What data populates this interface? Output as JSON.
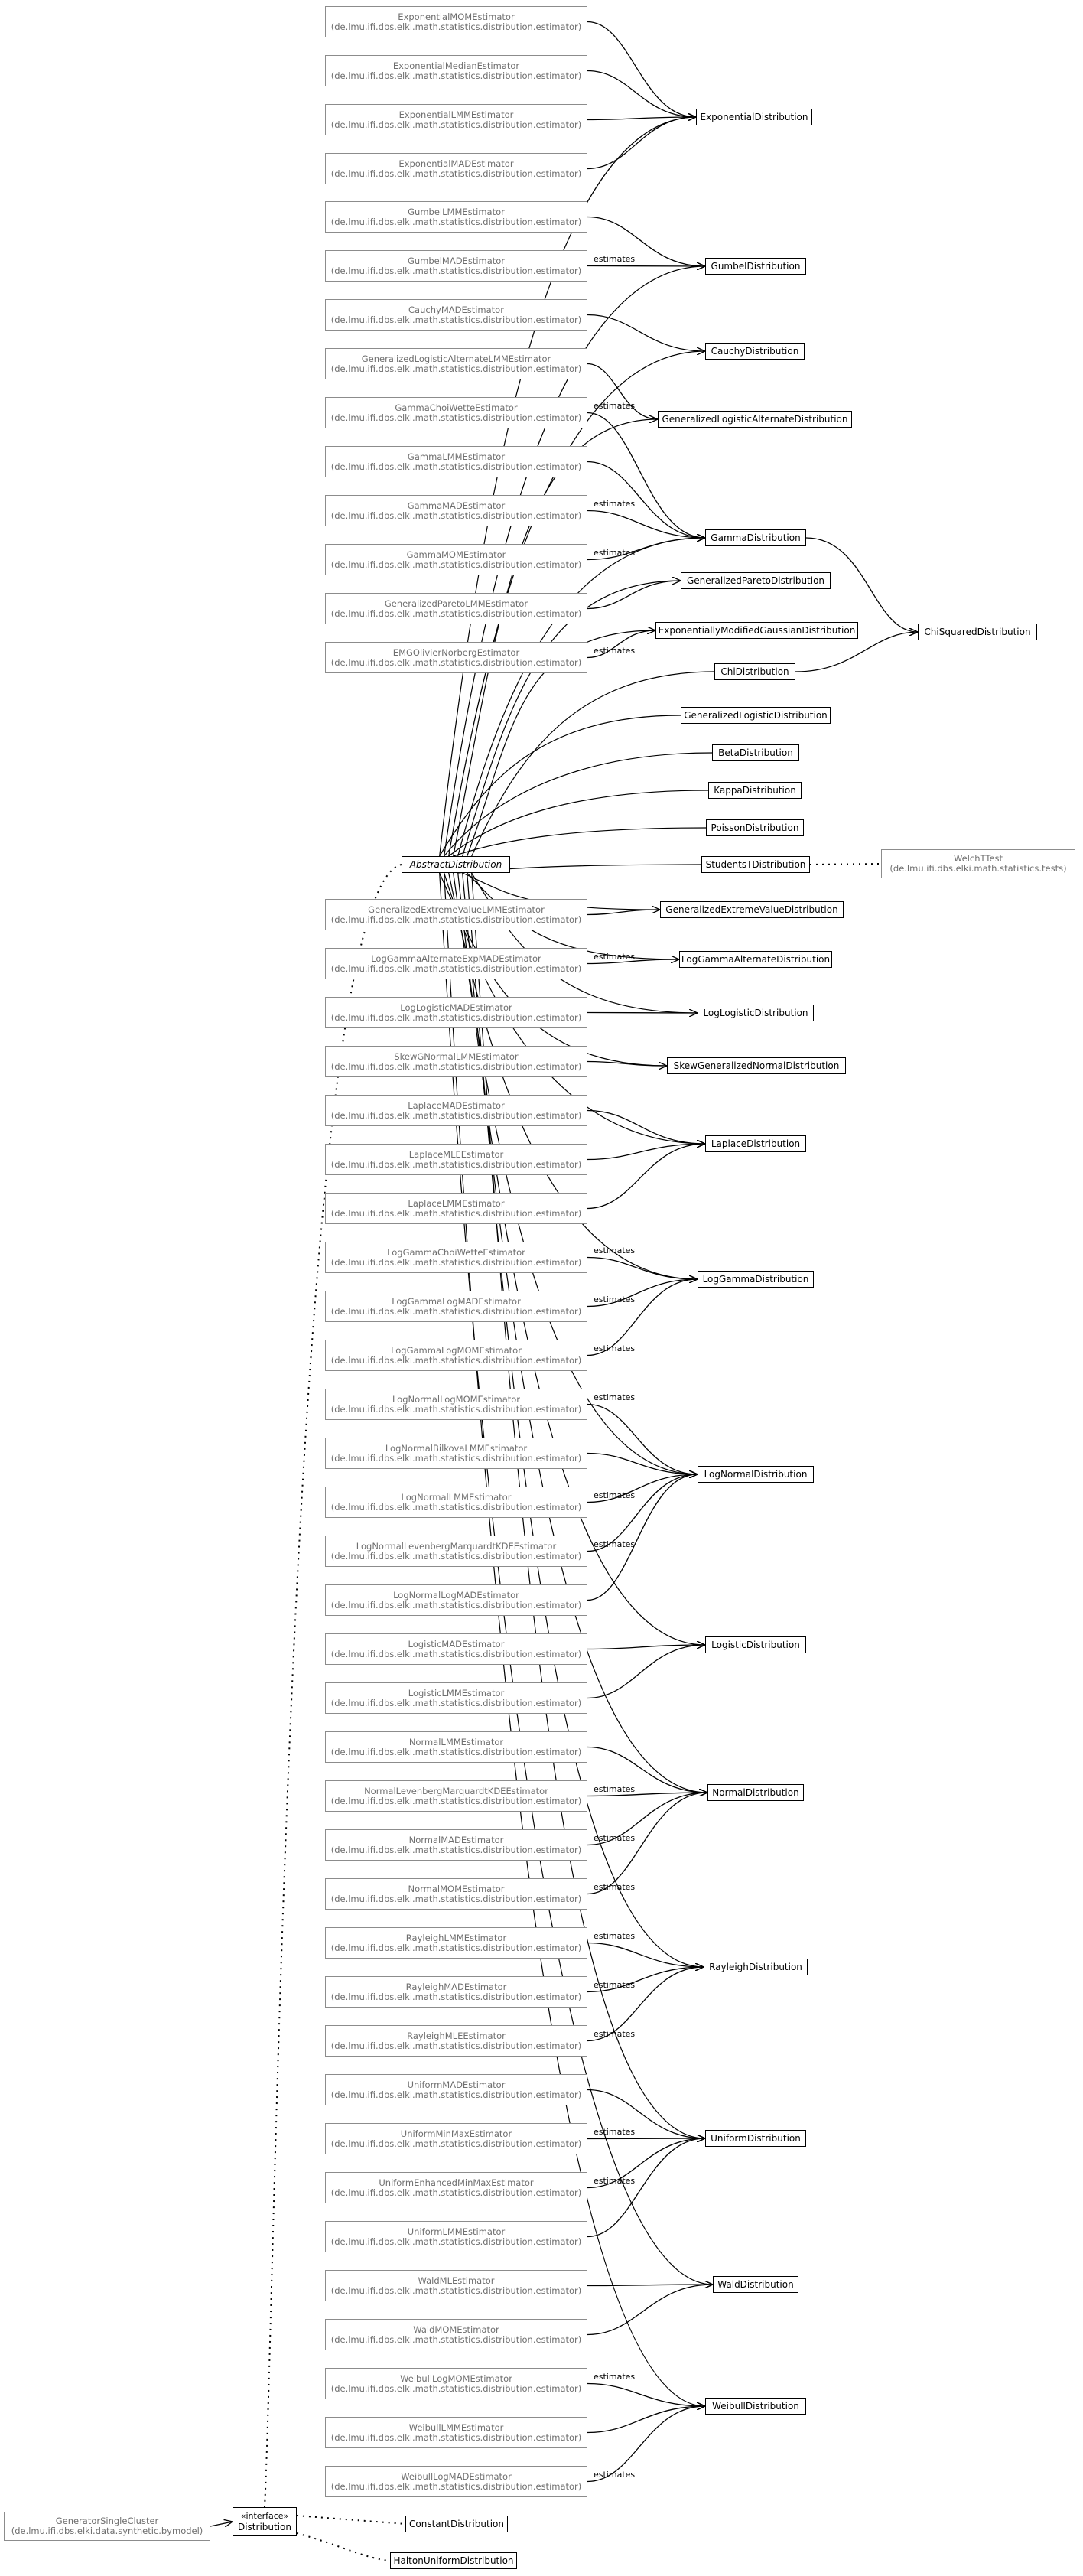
{
  "edge_label": "estimates",
  "external_package": "(de.lmu.ifi.dbs.elki.math.statistics.distribution.estimator)",
  "nodes": {
    "ExponentialMOMEstimator": {
      "name": "ExponentialMOMEstimator",
      "pkg": "(de.lmu.ifi.dbs.elki.math.statistics.distribution.estimator)"
    },
    "ExponentialMedianEstimator": {
      "name": "ExponentialMedianEstimator",
      "pkg": "(de.lmu.ifi.dbs.elki.math.statistics.distribution.estimator)"
    },
    "ExponentialLMMEstimator": {
      "name": "ExponentialLMMEstimator",
      "pkg": "(de.lmu.ifi.dbs.elki.math.statistics.distribution.estimator)"
    },
    "ExponentialMADEstimator": {
      "name": "ExponentialMADEstimator",
      "pkg": "(de.lmu.ifi.dbs.elki.math.statistics.distribution.estimator)"
    },
    "GumbelLMMEstimator": {
      "name": "GumbelLMMEstimator",
      "pkg": "(de.lmu.ifi.dbs.elki.math.statistics.distribution.estimator)"
    },
    "GumbelMADEstimator": {
      "name": "GumbelMADEstimator",
      "pkg": "(de.lmu.ifi.dbs.elki.math.statistics.distribution.estimator)"
    },
    "CauchyMADEstimator": {
      "name": "CauchyMADEstimator",
      "pkg": "(de.lmu.ifi.dbs.elki.math.statistics.distribution.estimator)"
    },
    "GeneralizedLogisticAlternateLMMEstimator": {
      "name": "GeneralizedLogisticAlternateLMMEstimator",
      "pkg": "(de.lmu.ifi.dbs.elki.math.statistics.distribution.estimator)"
    },
    "GammaChoiWetteEstimator": {
      "name": "GammaChoiWetteEstimator",
      "pkg": "(de.lmu.ifi.dbs.elki.math.statistics.distribution.estimator)"
    },
    "GammaLMMEstimator": {
      "name": "GammaLMMEstimator",
      "pkg": "(de.lmu.ifi.dbs.elki.math.statistics.distribution.estimator)"
    },
    "GammaMADEstimator": {
      "name": "GammaMADEstimator",
      "pkg": "(de.lmu.ifi.dbs.elki.math.statistics.distribution.estimator)"
    },
    "GammaMOMEstimator": {
      "name": "GammaMOMEstimator",
      "pkg": "(de.lmu.ifi.dbs.elki.math.statistics.distribution.estimator)"
    },
    "GeneralizedParetoLMMEstimator": {
      "name": "GeneralizedParetoLMMEstimator",
      "pkg": "(de.lmu.ifi.dbs.elki.math.statistics.distribution.estimator)"
    },
    "EMGOlivierNorbergEstimator": {
      "name": "EMGOlivierNorbergEstimator",
      "pkg": "(de.lmu.ifi.dbs.elki.math.statistics.distribution.estimator)"
    },
    "GeneralizedExtremeValueLMMEstimator": {
      "name": "GeneralizedExtremeValueLMMEstimator",
      "pkg": "(de.lmu.ifi.dbs.elki.math.statistics.distribution.estimator)"
    },
    "LogGammaAlternateExpMADEstimator": {
      "name": "LogGammaAlternateExpMADEstimator",
      "pkg": "(de.lmu.ifi.dbs.elki.math.statistics.distribution.estimator)"
    },
    "LogLogisticMADEstimator": {
      "name": "LogLogisticMADEstimator",
      "pkg": "(de.lmu.ifi.dbs.elki.math.statistics.distribution.estimator)"
    },
    "SkewGNormalLMMEstimator": {
      "name": "SkewGNormalLMMEstimator",
      "pkg": "(de.lmu.ifi.dbs.elki.math.statistics.distribution.estimator)"
    },
    "LaplaceMADEstimator": {
      "name": "LaplaceMADEstimator",
      "pkg": "(de.lmu.ifi.dbs.elki.math.statistics.distribution.estimator)"
    },
    "LaplaceMLEEstimator": {
      "name": "LaplaceMLEEstimator",
      "pkg": "(de.lmu.ifi.dbs.elki.math.statistics.distribution.estimator)"
    },
    "LaplaceLMMEstimator": {
      "name": "LaplaceLMMEstimator",
      "pkg": "(de.lmu.ifi.dbs.elki.math.statistics.distribution.estimator)"
    },
    "LogGammaChoiWetteEstimator": {
      "name": "LogGammaChoiWetteEstimator",
      "pkg": "(de.lmu.ifi.dbs.elki.math.statistics.distribution.estimator)"
    },
    "LogGammaLogMADEstimator": {
      "name": "LogGammaLogMADEstimator",
      "pkg": "(de.lmu.ifi.dbs.elki.math.statistics.distribution.estimator)"
    },
    "LogGammaLogMOMEstimator": {
      "name": "LogGammaLogMOMEstimator",
      "pkg": "(de.lmu.ifi.dbs.elki.math.statistics.distribution.estimator)"
    },
    "LogNormalLogMOMEstimator": {
      "name": "LogNormalLogMOMEstimator",
      "pkg": "(de.lmu.ifi.dbs.elki.math.statistics.distribution.estimator)"
    },
    "LogNormalBilkovaLMMEstimator": {
      "name": "LogNormalBilkovaLMMEstimator",
      "pkg": "(de.lmu.ifi.dbs.elki.math.statistics.distribution.estimator)"
    },
    "LogNormalLMMEstimator": {
      "name": "LogNormalLMMEstimator",
      "pkg": "(de.lmu.ifi.dbs.elki.math.statistics.distribution.estimator)"
    },
    "LogNormalLevenbergMarquardtKDEEstimator": {
      "name": "LogNormalLevenbergMarquardtKDEEstimator",
      "pkg": "(de.lmu.ifi.dbs.elki.math.statistics.distribution.estimator)"
    },
    "LogNormalLogMADEstimator": {
      "name": "LogNormalLogMADEstimator",
      "pkg": "(de.lmu.ifi.dbs.elki.math.statistics.distribution.estimator)"
    },
    "LogisticMADEstimator": {
      "name": "LogisticMADEstimator",
      "pkg": "(de.lmu.ifi.dbs.elki.math.statistics.distribution.estimator)"
    },
    "LogisticLMMEstimator": {
      "name": "LogisticLMMEstimator",
      "pkg": "(de.lmu.ifi.dbs.elki.math.statistics.distribution.estimator)"
    },
    "NormalLMMEstimator": {
      "name": "NormalLMMEstimator",
      "pkg": "(de.lmu.ifi.dbs.elki.math.statistics.distribution.estimator)"
    },
    "NormalLevenbergMarquardtKDEEstimator": {
      "name": "NormalLevenbergMarquardtKDEEstimator",
      "pkg": "(de.lmu.ifi.dbs.elki.math.statistics.distribution.estimator)"
    },
    "NormalMADEstimator": {
      "name": "NormalMADEstimator",
      "pkg": "(de.lmu.ifi.dbs.elki.math.statistics.distribution.estimator)"
    },
    "NormalMOMEstimator": {
      "name": "NormalMOMEstimator",
      "pkg": "(de.lmu.ifi.dbs.elki.math.statistics.distribution.estimator)"
    },
    "RayleighLMMEstimator": {
      "name": "RayleighLMMEstimator",
      "pkg": "(de.lmu.ifi.dbs.elki.math.statistics.distribution.estimator)"
    },
    "RayleighMADEstimator": {
      "name": "RayleighMADEstimator",
      "pkg": "(de.lmu.ifi.dbs.elki.math.statistics.distribution.estimator)"
    },
    "RayleighMLEEstimator": {
      "name": "RayleighMLEEstimator",
      "pkg": "(de.lmu.ifi.dbs.elki.math.statistics.distribution.estimator)"
    },
    "UniformMADEstimator": {
      "name": "UniformMADEstimator",
      "pkg": "(de.lmu.ifi.dbs.elki.math.statistics.distribution.estimator)"
    },
    "UniformMinMaxEstimator": {
      "name": "UniformMinMaxEstimator",
      "pkg": "(de.lmu.ifi.dbs.elki.math.statistics.distribution.estimator)"
    },
    "UniformEnhancedMinMaxEstimator": {
      "name": "UniformEnhancedMinMaxEstimator",
      "pkg": "(de.lmu.ifi.dbs.elki.math.statistics.distribution.estimator)"
    },
    "UniformLMMEstimator": {
      "name": "UniformLMMEstimator",
      "pkg": "(de.lmu.ifi.dbs.elki.math.statistics.distribution.estimator)"
    },
    "WaldMLEstimator": {
      "name": "WaldMLEstimator",
      "pkg": "(de.lmu.ifi.dbs.elki.math.statistics.distribution.estimator)"
    },
    "WaldMOMEstimator": {
      "name": "WaldMOMEstimator",
      "pkg": "(de.lmu.ifi.dbs.elki.math.statistics.distribution.estimator)"
    },
    "WeibullLogMOMEstimator": {
      "name": "WeibullLogMOMEstimator",
      "pkg": "(de.lmu.ifi.dbs.elki.math.statistics.distribution.estimator)"
    },
    "WeibullLMMEstimator": {
      "name": "WeibullLMMEstimator",
      "pkg": "(de.lmu.ifi.dbs.elki.math.statistics.distribution.estimator)"
    },
    "WeibullLogMADEstimator": {
      "name": "WeibullLogMADEstimator",
      "pkg": "(de.lmu.ifi.dbs.elki.math.statistics.distribution.estimator)"
    },
    "GeneratorSingleCluster": {
      "name": "GeneratorSingleCluster",
      "pkg": "(de.lmu.ifi.dbs.elki.data.synthetic.bymodel)"
    },
    "WelchTTest": {
      "name": "WelchTTest",
      "pkg": "(de.lmu.ifi.dbs.elki.math.statistics.tests)"
    },
    "ExponentialDistribution": {
      "name": "ExponentialDistribution"
    },
    "GumbelDistribution": {
      "name": "GumbelDistribution"
    },
    "CauchyDistribution": {
      "name": "CauchyDistribution"
    },
    "GeneralizedLogisticAlternateDistribution": {
      "name": "GeneralizedLogisticAlternateDistribution"
    },
    "GammaDistribution": {
      "name": "GammaDistribution"
    },
    "ChiSquaredDistribution": {
      "name": "ChiSquaredDistribution"
    },
    "GeneralizedParetoDistribution": {
      "name": "GeneralizedParetoDistribution"
    },
    "ExponentiallyModifiedGaussianDistribution": {
      "name": "ExponentiallyModifiedGaussianDistribution"
    },
    "ChiDistribution": {
      "name": "ChiDistribution"
    },
    "GeneralizedLogisticDistribution": {
      "name": "GeneralizedLogisticDistribution"
    },
    "BetaDistribution": {
      "name": "BetaDistribution"
    },
    "KappaDistribution": {
      "name": "KappaDistribution"
    },
    "PoissonDistribution": {
      "name": "PoissonDistribution"
    },
    "StudentsTDistribution": {
      "name": "StudentsTDistribution"
    },
    "AbstractDistribution": {
      "name": "AbstractDistribution"
    },
    "GeneralizedExtremeValueDistribution": {
      "name": "GeneralizedExtremeValueDistribution"
    },
    "LogGammaAlternateDistribution": {
      "name": "LogGammaAlternateDistribution"
    },
    "LogLogisticDistribution": {
      "name": "LogLogisticDistribution"
    },
    "SkewGeneralizedNormalDistribution": {
      "name": "SkewGeneralizedNormalDistribution"
    },
    "LaplaceDistribution": {
      "name": "LaplaceDistribution"
    },
    "LogGammaDistribution": {
      "name": "LogGammaDistribution"
    },
    "LogNormalDistribution": {
      "name": "LogNormalDistribution"
    },
    "LogisticDistribution": {
      "name": "LogisticDistribution"
    },
    "NormalDistribution": {
      "name": "NormalDistribution"
    },
    "RayleighDistribution": {
      "name": "RayleighDistribution"
    },
    "UniformDistribution": {
      "name": "UniformDistribution"
    },
    "WaldDistribution": {
      "name": "WaldDistribution"
    },
    "WeibullDistribution": {
      "name": "WeibullDistribution"
    },
    "Distribution": {
      "name": "Distribution",
      "stereotype": "«interface»"
    },
    "ConstantDistribution": {
      "name": "ConstantDistribution"
    },
    "HaltonUniformDistribution": {
      "name": "HaltonUniformDistribution"
    }
  }
}
